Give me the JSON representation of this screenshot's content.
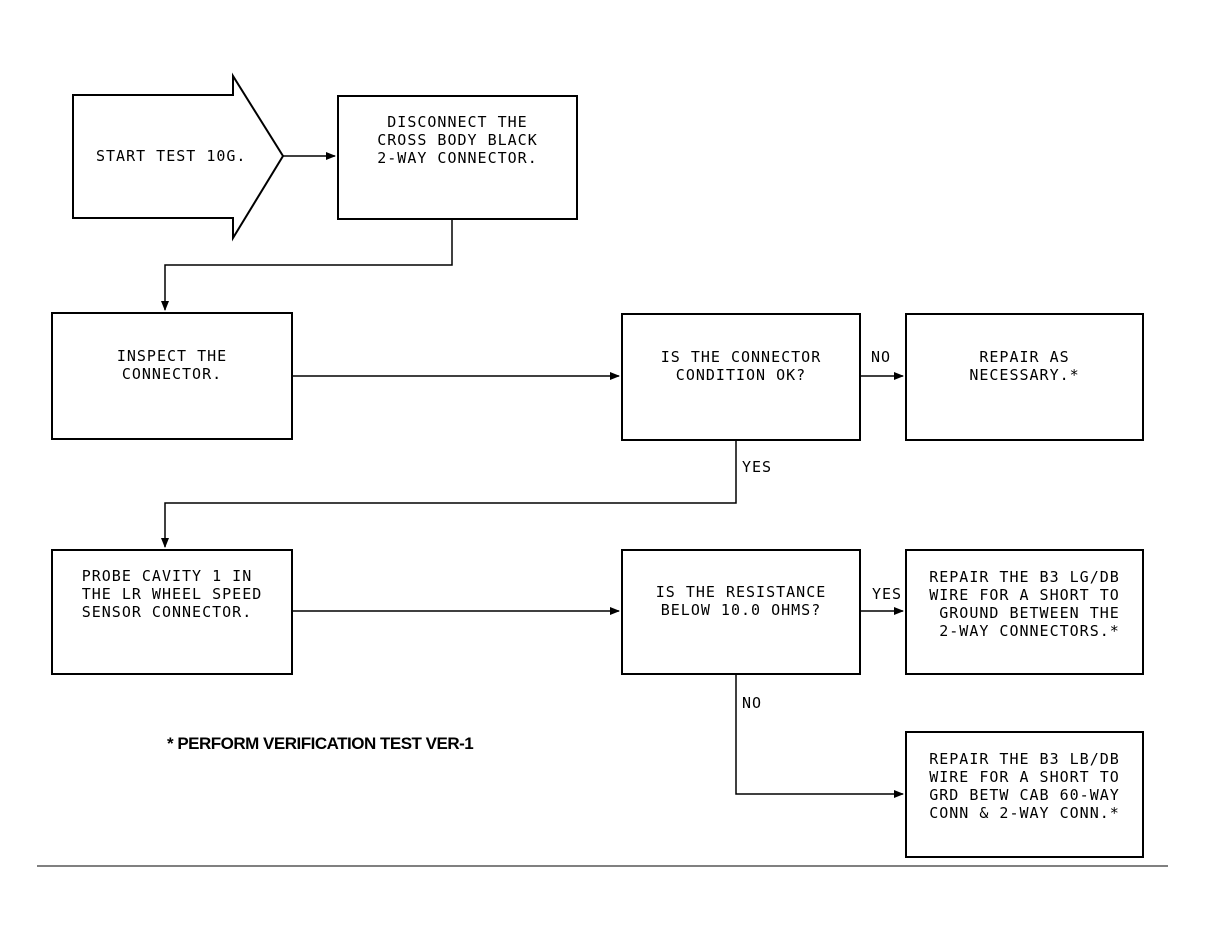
{
  "start": {
    "text": "START TEST 10G."
  },
  "nodes": {
    "disconnect": {
      "text": "DISCONNECT THE\nCROSS BODY BLACK\n2-WAY CONNECTOR."
    },
    "inspect": {
      "text": "INSPECT THE\nCONNECTOR."
    },
    "condition_ok": {
      "text": "IS THE CONNECTOR\nCONDITION OK?"
    },
    "repair_necessary": {
      "text": "REPAIR AS\nNECESSARY.*"
    },
    "probe": {
      "text": "PROBE CAVITY 1 IN\nTHE LR WHEEL SPEED\nSENSOR CONNECTOR."
    },
    "resistance": {
      "text": "IS THE RESISTANCE\nBELOW 10.0 OHMS?"
    },
    "repair_lgdb": {
      "text": "REPAIR THE B3 LG/DB\nWIRE FOR A SHORT TO\n GROUND BETWEEN THE\n 2-WAY CONNECTORS.*"
    },
    "repair_lbdb": {
      "text": "REPAIR THE B3 LB/DB\nWIRE FOR A SHORT TO\nGRD BETW CAB 60-WAY\nCONN & 2-WAY CONN.*"
    }
  },
  "labels": {
    "no_1": "NO",
    "yes_1": "YES",
    "yes_2": "YES",
    "no_2": "NO"
  },
  "footnote": "* PERFORM VERIFICATION TEST VER-1"
}
